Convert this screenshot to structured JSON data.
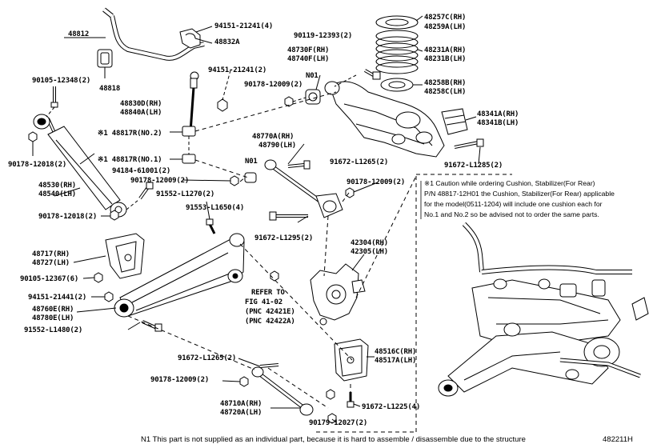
{
  "labels": {
    "p48812": "48812",
    "p48818": "48818",
    "p48832a": "48832A",
    "b94151_top": "94151-21241(4)",
    "b94151_mid": "94151-21241(2)",
    "b90105_348": "90105-12348(2)",
    "b90178_018a": "90178-12018(2)",
    "b90178_018b": "90178-12018(2)",
    "p48830d": "48830D(RH)",
    "p48840a": "48840A(LH)",
    "p48817r_no2": "※1 48817R(NO.2)",
    "p48817r_no1": "※1 48817R(NO.1)",
    "b94184": "94184-61001(2)",
    "b90178_009_center": "90178-12009(2)",
    "b91552_270": "91552-L1270(2)",
    "p48530": "48530(RH)",
    "p48540": "48540(LH)",
    "b90119": "90119-12393(2)",
    "p48730f": "48730F(RH)",
    "p48740f": "48740F(LH)",
    "n01_top": "N01",
    "b90178_009_top": "90178-12009(2)",
    "p48257c": "48257C(RH)",
    "p48259a": "48259A(LH)",
    "p48231a": "48231A(RH)",
    "p48231b": "48231B(LH)",
    "p48258b": "48258B(RH)",
    "p48258c": "48258C(LH)",
    "p48341a": "48341A(RH)",
    "p48341b": "48341B(LH)",
    "b91672_285": "91672-L1285(2)",
    "p48770a": "48770A(RH)",
    "p48790": "48790(LH)",
    "n01_mid": "N01",
    "b91672_265_upper": "91672-L1265(2)",
    "b90178_009_right": "90178-12009(2)",
    "b91672_295": "91672-L1295(2)",
    "b91553": "91553-L1650(4)",
    "p48717": "48717(RH)",
    "p48727": "48727(LH)",
    "b90105_367": "90105-12367(6)",
    "b94151_441": "94151-21441(2)",
    "p48760e": "48760E(RH)",
    "p48780e": "48780E(LH)",
    "b91552_480": "91552-L1480(2)",
    "p42304": "42304(RH)",
    "p42305": "42305(LH)",
    "refer1": "REFER TO",
    "refer2": "FIG 41-02",
    "refer3": "(PNC 42421E)",
    "refer4": "(PNC 42422A)",
    "p48516c": "48516C(RH)",
    "p48517a": "48517A(LH)",
    "b91672_265_lower": "91672-L1265(2)",
    "b90178_009_lower": "90178-12009(2)",
    "p48710a": "48710A(RH)",
    "p48720a": "48720A(LH)",
    "b90179": "90179-12027(2)",
    "b91672_225": "91672-L1225(4)"
  },
  "notes": {
    "caution_title": "※1 Caution while ordering Cushion, Stabilizer(For Rear)",
    "caution_l1": "P/N 48817-12H01 the Cushion, Stabilizer(For Rear) applicable",
    "caution_l2": "for the model(0511-1204) will include one cushion each for",
    "caution_l3": "No.1 and No.2 so be advised not to order the same parts."
  },
  "footer": {
    "n1_note": "N1  This part is not supplied as an individual part, because it is hard to assemble / disassemble due to the structure",
    "figure_code": "482211H"
  }
}
